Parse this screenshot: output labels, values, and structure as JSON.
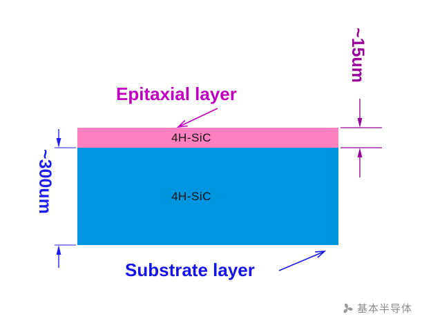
{
  "colors": {
    "epi_pink": "#ff80c0",
    "substrate_blue": "#0095e0",
    "epitaxial_label": "#c000c0",
    "substrate_label": "#1515e8",
    "dim_purple": "#990099",
    "dim_blue": "#1e1ef0",
    "material_text": "#111111",
    "watermark_gray": "#8c8c8c"
  },
  "layers": {
    "epitaxial": {
      "material": "4H-SiC"
    },
    "substrate": {
      "material": "4H-SiC"
    }
  },
  "labels": {
    "epitaxial": "Epitaxial layer",
    "substrate": "Substrate layer"
  },
  "dimensions": {
    "epitaxial_thickness": "~15um",
    "substrate_thickness": "~300um"
  },
  "watermark": {
    "text": "基本半导体",
    "logo_icon": "pinwheel-logo-icon"
  }
}
